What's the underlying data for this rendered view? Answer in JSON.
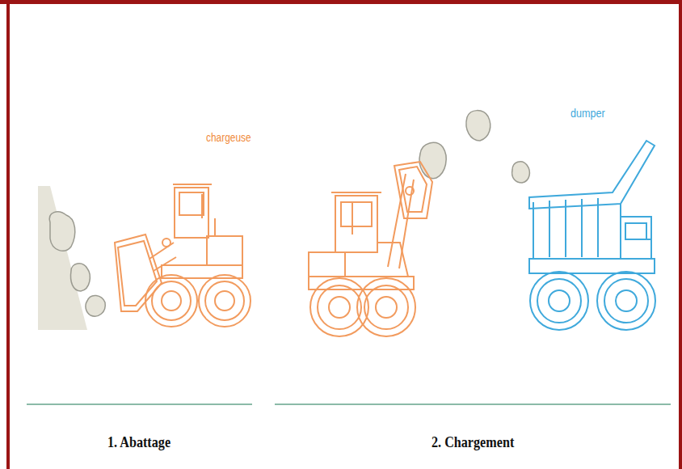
{
  "diagram": {
    "labels": [
      "chargeuse",
      "dumper",
      "1. Abattage",
      "2. Chargement"
    ]
  }
}
